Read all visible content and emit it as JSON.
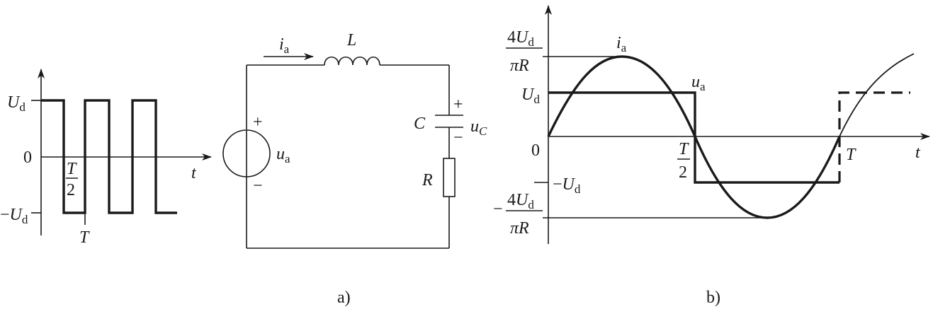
{
  "captions": {
    "a": "a)",
    "b": "b)"
  },
  "left_waveform": {
    "Ud_main": "U",
    "Ud_sub": "d",
    "zero": "0",
    "neg_minus": "−",
    "neg_main": "U",
    "neg_sub": "d",
    "t_axis": "t",
    "half_num": "T",
    "half_den": "2",
    "period": "T"
  },
  "circuit": {
    "current_main": "i",
    "current_sub": "a",
    "inductor": "L",
    "source_plus": "+",
    "source_minus": "−",
    "source_main": "u",
    "source_sub": "a",
    "capacitor": "C",
    "cap_plus": "+",
    "cap_minus": "−",
    "uc_main": "u",
    "uc_sub": "C",
    "resistor": "R"
  },
  "waveform_b": {
    "peak_num_coef": "4",
    "peak_num_main": "U",
    "peak_num_sub": "d",
    "peak_den": "πR",
    "ia_main": "i",
    "ia_sub": "a",
    "ua_main": "u",
    "ua_sub": "a",
    "Ud_main": "U",
    "Ud_sub": "d",
    "zero": "0",
    "half_num": "T",
    "half_den": "2",
    "period": "T",
    "t_axis": "t",
    "negUd_minus": "−",
    "negUd_main": "U",
    "negUd_sub": "d",
    "negpeak_minus": "−",
    "negpeak_num_coef": "4",
    "negpeak_num_main": "U",
    "negpeak_num_sub": "d",
    "negpeak_den": "πR"
  }
}
